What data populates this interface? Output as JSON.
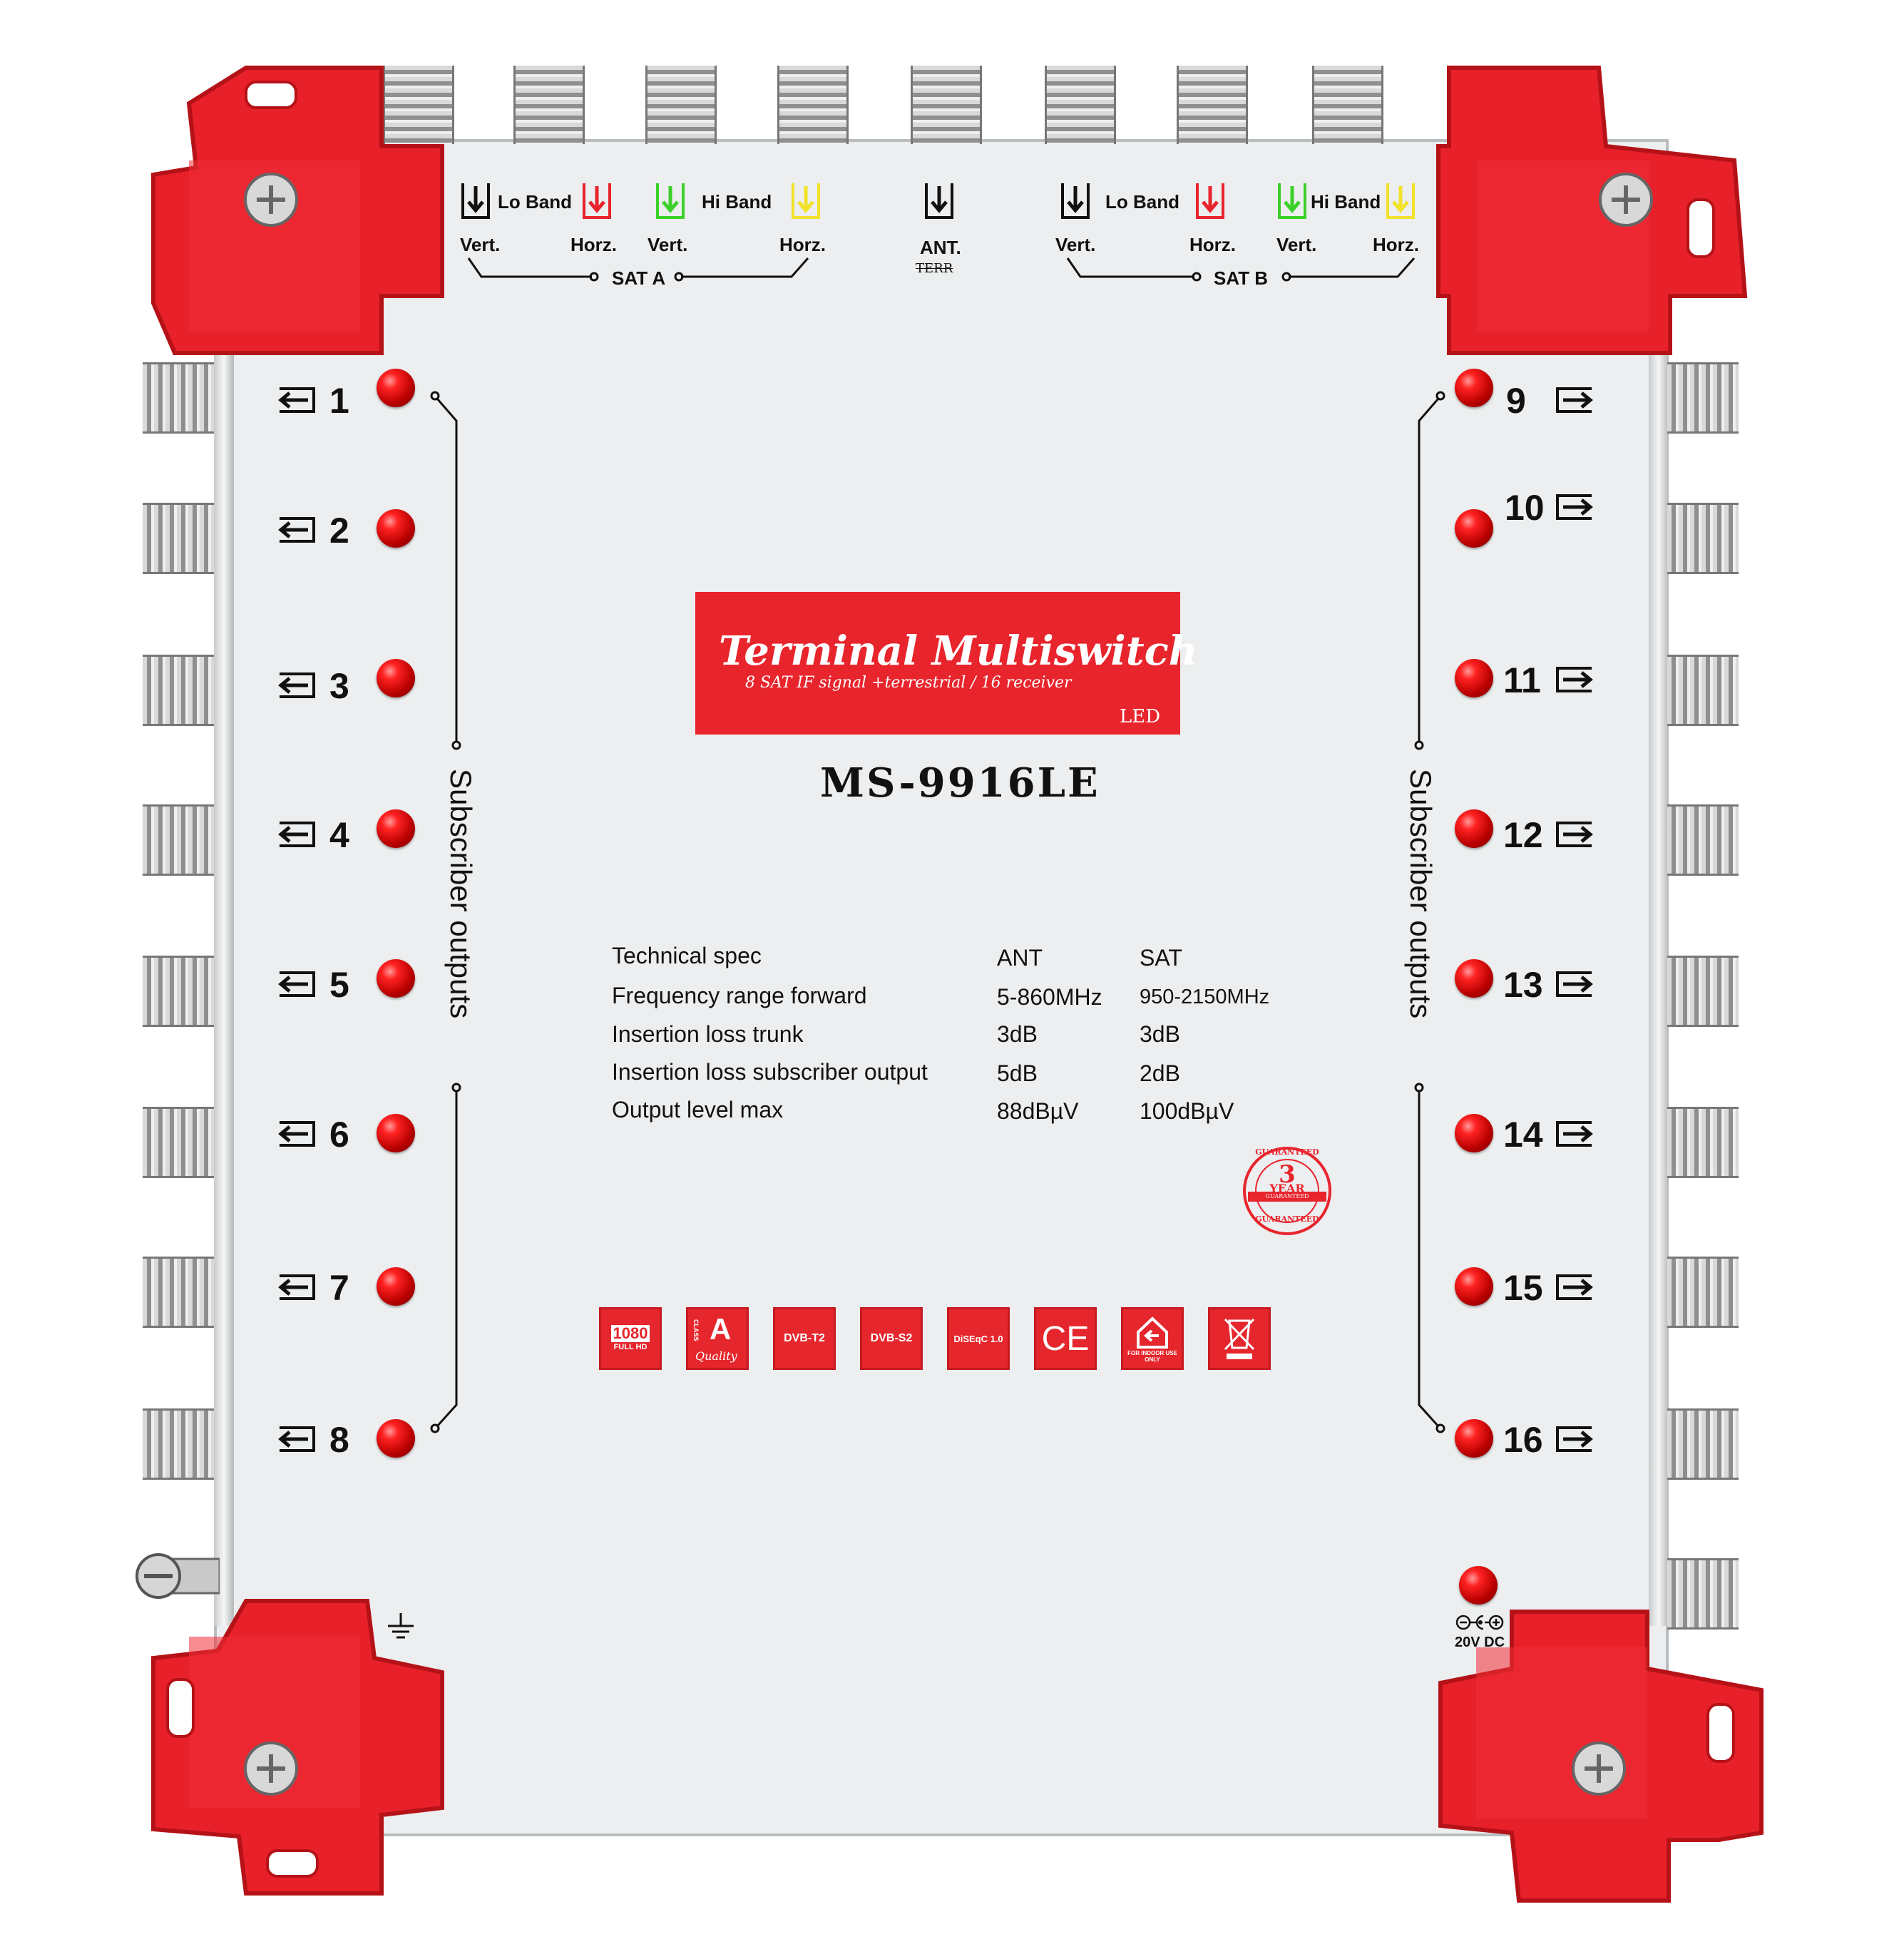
{
  "top_panel": {
    "sat_a": {
      "lo_band": "Lo Band",
      "hi_band": "Hi Band",
      "vert_1": "Vert.",
      "horz_1": "Horz.",
      "vert_2": "Vert.",
      "horz_2": "Horz.",
      "label": "SAT A"
    },
    "ant": {
      "label": "ANT.",
      "sub": "TERR"
    },
    "sat_b": {
      "lo_band": "Lo Band",
      "hi_band": "Hi Band",
      "vert_1": "Vert.",
      "horz_1": "Horz.",
      "vert_2": "Vert.",
      "horz_2": "Horz.",
      "label": "SAT B"
    },
    "arrow_colors": {
      "black": "#111111",
      "red": "#e8242c",
      "green": "#3bd12a",
      "yellow": "#f2e22a"
    }
  },
  "outputs": {
    "left": [
      "1",
      "2",
      "3",
      "4",
      "5",
      "6",
      "7",
      "8"
    ],
    "right": [
      "9",
      "10",
      "11",
      "12",
      "13",
      "14",
      "15",
      "16"
    ],
    "side_label": "Subscriber outputs"
  },
  "title": {
    "main": "Terminal Multiswitch",
    "sub": "8 SAT IF signal +terrestrial / 16 receiver",
    "led": "LED",
    "model": "MS-9916LE"
  },
  "spec_table": {
    "header": [
      "Technical spec",
      "ANT",
      "SAT"
    ],
    "rows": [
      [
        "Frequency range forward",
        "5-860MHz",
        "950-2150MHz"
      ],
      [
        "Insertion loss trunk",
        "3dB",
        "3dB"
      ],
      [
        "Insertion loss subscriber output",
        "5dB",
        "2dB"
      ],
      [
        "Output level max",
        "88dBµV",
        "100dBµV"
      ]
    ]
  },
  "guarantee": {
    "top": "GUARANTEED",
    "number": "3",
    "year": "YEAR",
    "band": "GUARANTEED",
    "bottom": "GUARANTEED"
  },
  "badges": {
    "hd_top": "1080",
    "hd_bottom": "FULL HD",
    "class_big": "A",
    "class_small": "CLASS",
    "class_quality": "Quality",
    "dvbt2": "DVB-T2",
    "dvbs2": "DVB-S2",
    "diseqc": "DiSEqC 1.0",
    "ce": "CE",
    "indoor": "FOR INDOOR USE ONLY"
  },
  "power": {
    "label": "20V DC"
  },
  "brand_color": "#e8242c"
}
